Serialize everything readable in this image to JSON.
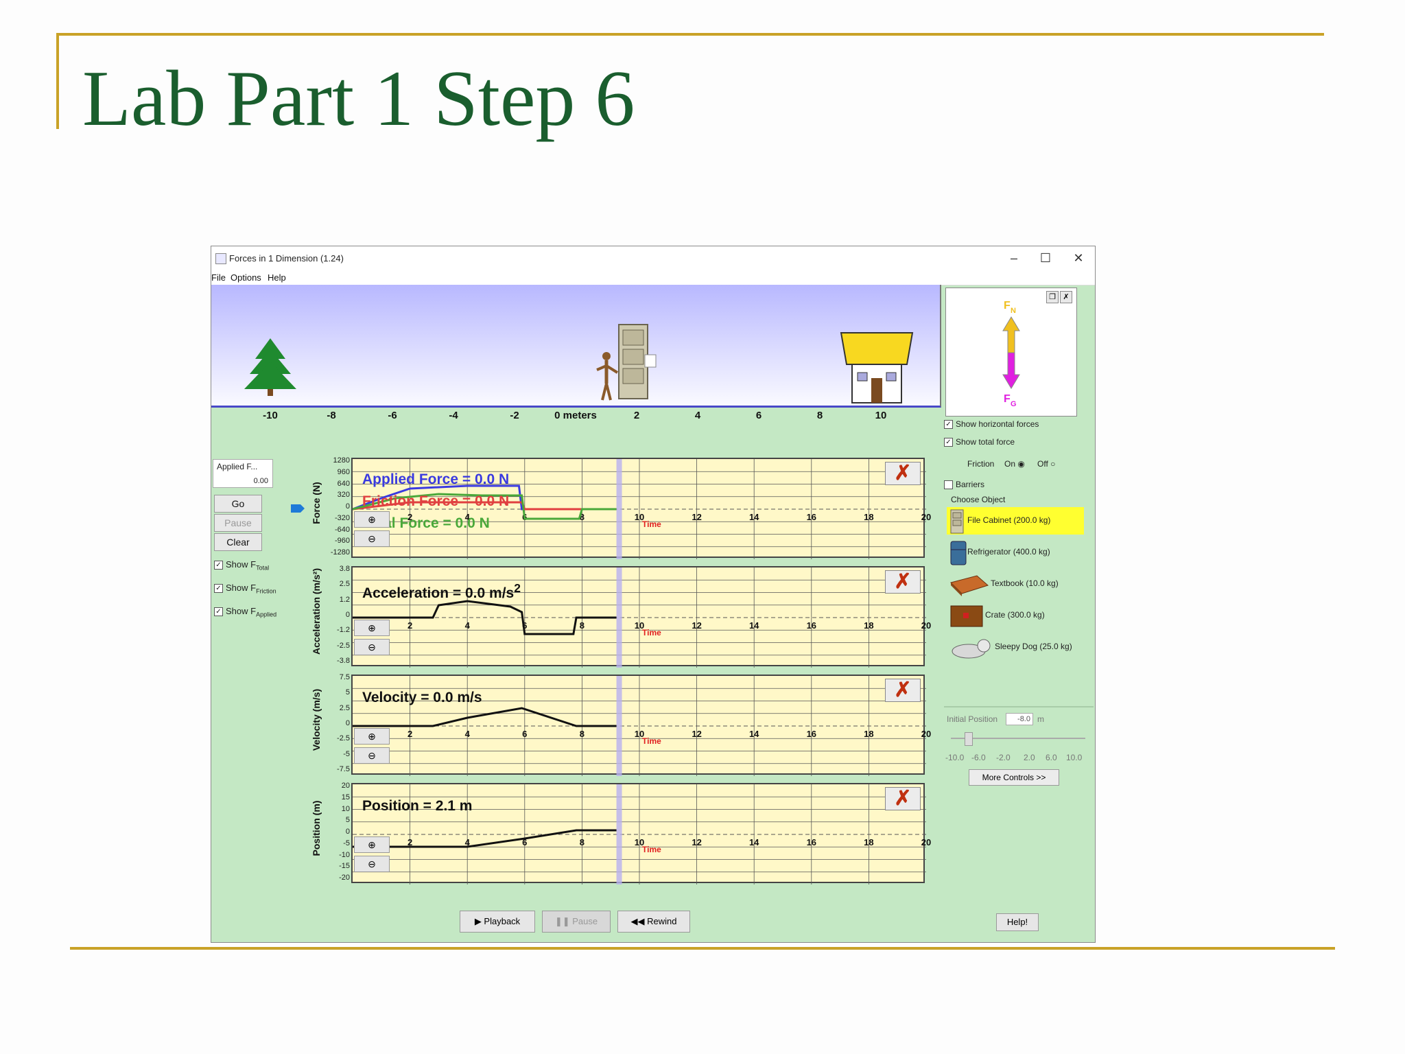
{
  "slide": {
    "title": "Lab Part 1 Step 6"
  },
  "window": {
    "title": "Forces in 1 Dimension (1.24)",
    "controls": {
      "minimize": "–",
      "maximize": "☐",
      "close": "✕"
    }
  },
  "menu": [
    "File",
    "Options",
    "Help"
  ],
  "ruler": {
    "labels": [
      "-10",
      "-8",
      "-6",
      "-4",
      "-2",
      "0 meters",
      "2",
      "4",
      "6",
      "8",
      "10"
    ]
  },
  "left_panel": {
    "applied_label": "Applied F...",
    "applied_value": "0.00",
    "go": "Go",
    "pause": "Pause",
    "clear": "Clear",
    "show_f": "Show F",
    "sub_total": "Total",
    "sub_friction": "Friction",
    "sub_applied": "Applied"
  },
  "graphs": {
    "force": {
      "ylabel": "Force (N)",
      "yticks": [
        "1280",
        "960",
        "640",
        "320",
        "0",
        "-320",
        "-640",
        "-960",
        "-1280"
      ],
      "applied": "Applied Force =  0.0 N",
      "friction": "Friction Force =  0.0 N",
      "total": "Total Force =  0.0 N",
      "colors": {
        "applied": "#3a3ae0",
        "friction": "#e04040",
        "total": "#4aa83a"
      }
    },
    "acceleration": {
      "ylabel": "Acceleration (m/s²)",
      "yticks": [
        "3.8",
        "2.5",
        "1.2",
        "0",
        "-1.2",
        "-2.5",
        "-3.8"
      ],
      "readout": "Acceleration =  0.0",
      "unit": "m/s",
      "sup": "2"
    },
    "velocity": {
      "ylabel": "Velocity (m/s)",
      "yticks": [
        "7.5",
        "5",
        "2.5",
        "0",
        "-2.5",
        "-5",
        "-7.5"
      ],
      "readout": "Velocity =  0.0 m/s"
    },
    "position": {
      "ylabel": "Position (m)",
      "yticks": [
        "20",
        "15",
        "10",
        "5",
        "0",
        "-5",
        "-10",
        "-15",
        "-20"
      ],
      "readout": "Position =  2.1 m"
    },
    "xticks": [
      "2",
      "4",
      "6",
      "8",
      "10",
      "12",
      "14",
      "16",
      "18",
      "20"
    ],
    "time_label": "Time",
    "close_glyph": "✗"
  },
  "right_panel": {
    "fbd": {
      "fn": "F",
      "fn_sub": "N",
      "fg": "F",
      "fg_sub": "G",
      "colors": {
        "fn": "#f0c020",
        "fg": "#e020e0"
      }
    },
    "show_horizontal": "Show horizontal forces",
    "show_total": "Show total force",
    "friction": "Friction",
    "on": "On",
    "off": "Off",
    "barriers": "Barriers",
    "choose_object": "Choose Object",
    "objects": [
      {
        "label": "File Cabinet (200.0 kg)",
        "icon": "file-cabinet-icon"
      },
      {
        "label": "Refrigerator (400.0 kg)",
        "icon": "refrigerator-icon"
      },
      {
        "label": "Textbook (10.0 kg)",
        "icon": "textbook-icon"
      },
      {
        "label": "Crate (300.0 kg)",
        "icon": "crate-icon"
      },
      {
        "label": "Sleepy Dog (25.0 kg)",
        "icon": "dog-icon"
      }
    ],
    "initial_position": "Initial Position",
    "initial_value": "-8.0",
    "initial_unit": "m",
    "slider_ticks": [
      "-10.0",
      "-6.0",
      "-2.0",
      "2.0",
      "6.0",
      "10.0"
    ],
    "more_controls": "More Controls >>"
  },
  "bottom": {
    "playback": "Playback",
    "pause": "Pause",
    "rewind": "Rewind",
    "help": "Help!"
  }
}
